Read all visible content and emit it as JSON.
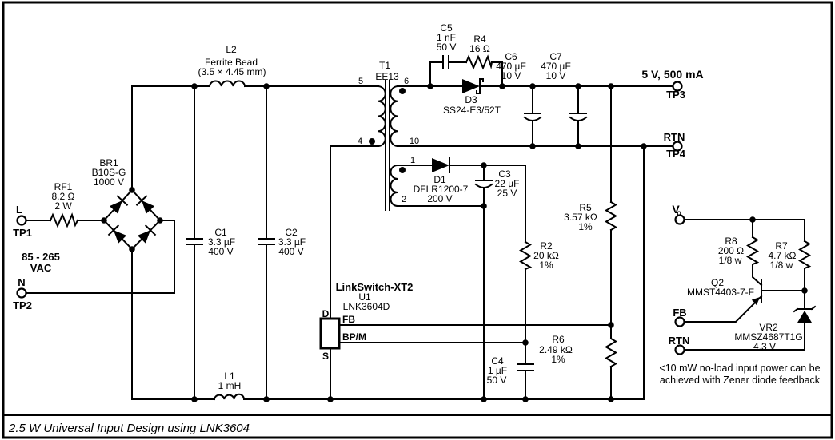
{
  "caption": "2.5 W Universal Input Design using LNK3604",
  "input": {
    "l": "L",
    "tp1": "TP1",
    "vac_range": "85 - 265",
    "vac": "VAC",
    "n": "N",
    "tp2": "TP2"
  },
  "output": {
    "vout": "5 V, 500 mA",
    "tp3": "TP3",
    "rtn": "RTN",
    "tp4": "TP4"
  },
  "components": {
    "rf1": {
      "ref": "RF1",
      "value": "8.2 Ω",
      "power": "2 W"
    },
    "br1": {
      "ref": "BR1",
      "part": "B10S-G",
      "voltage": "1000 V"
    },
    "l2": {
      "ref": "L2",
      "type": "Ferrite Bead",
      "size": "(3.5 × 4.45 mm)"
    },
    "l1": {
      "ref": "L1",
      "value": "1 mH"
    },
    "c1": {
      "ref": "C1",
      "value": "3.3 µF",
      "voltage": "400 V"
    },
    "c2": {
      "ref": "C2",
      "value": "3.3 µF",
      "voltage": "400 V"
    },
    "t1": {
      "ref": "T1",
      "core": "EE13",
      "pin5": "5",
      "pin4": "4",
      "pin6": "6",
      "pin10": "10",
      "pin1": "1",
      "pin2": "2"
    },
    "c5": {
      "ref": "C5",
      "value": "1 nF",
      "voltage": "50 V"
    },
    "r4": {
      "ref": "R4",
      "value": "16 Ω"
    },
    "d3": {
      "ref": "D3",
      "part": "SS24-E3/52T"
    },
    "c6": {
      "ref": "C6",
      "value": "470 µF",
      "voltage": "10 V"
    },
    "c7": {
      "ref": "C7",
      "value": "470 µF",
      "voltage": "10 V"
    },
    "d1": {
      "ref": "D1",
      "part": "DFLR1200-7",
      "voltage": "200 V"
    },
    "c3": {
      "ref": "C3",
      "value": "22 µF",
      "voltage": "25 V"
    },
    "r2": {
      "ref": "R2",
      "value": "20 kΩ",
      "tol": "1%"
    },
    "r5": {
      "ref": "R5",
      "value": "3.57 kΩ",
      "tol": "1%"
    },
    "r6": {
      "ref": "R6",
      "value": "2.49 kΩ",
      "tol": "1%"
    },
    "c4": {
      "ref": "C4",
      "value": "1 µF",
      "voltage": "50 V"
    },
    "u1": {
      "family": "LinkSwitch-XT2",
      "ref": "U1",
      "part": "LNK3604D",
      "pin_d": "D",
      "pin_s": "S",
      "pin_fb": "FB",
      "pin_bpm": "BP/M"
    }
  },
  "fb_circuit": {
    "vo": "V",
    "vo_sub": "o",
    "r8": {
      "ref": "R8",
      "value": "200 Ω",
      "power": "1/8 w"
    },
    "r7": {
      "ref": "R7",
      "value": "4.7 kΩ",
      "power": "1/8 w"
    },
    "q2": {
      "ref": "Q2",
      "part": "MMST4403-7-F"
    },
    "vr2": {
      "ref": "VR2",
      "part": "MMSZ4687T1G",
      "voltage": "4.3 V"
    },
    "fb": "FB",
    "rtn": "RTN",
    "note1": "<10 mW no-load input power can be",
    "note2": "achieved with Zener diode feedback"
  }
}
